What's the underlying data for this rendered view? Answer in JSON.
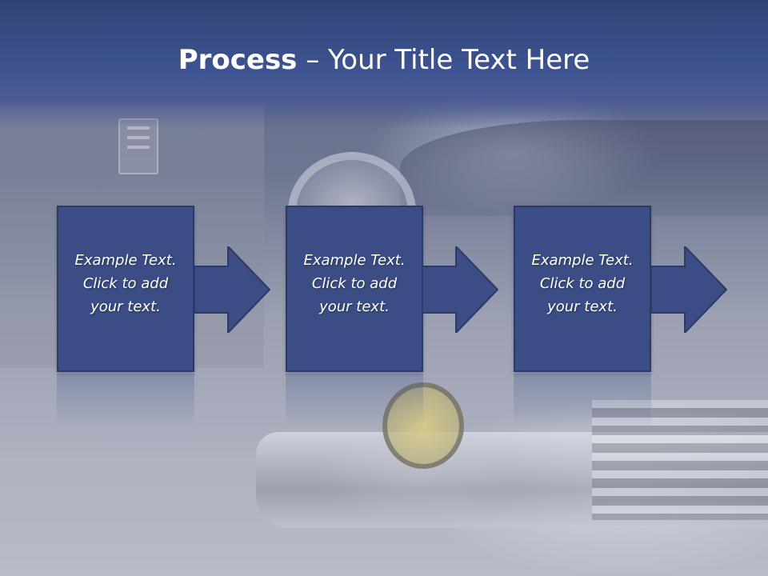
{
  "title": {
    "bold": "Process",
    "rest": " – Your Title Text Here"
  },
  "steps": [
    {
      "text": "Example Text.\nClick  to add\nyour text."
    },
    {
      "text": "Example Text.\nClick  to add\nyour text."
    },
    {
      "text": "Example Text.\nClick  to add\nyour text."
    }
  ],
  "colors": {
    "box_fill": "#3b4d84",
    "box_border": "#2b3a66",
    "title_bar": "#3e5390"
  },
  "icons": [
    "right-arrow-icon"
  ]
}
